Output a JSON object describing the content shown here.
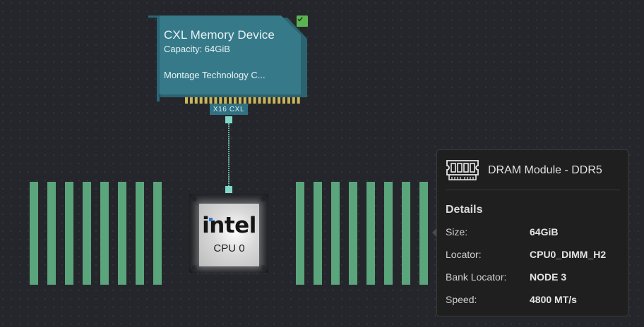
{
  "cxl_device": {
    "title": "CXL Memory Device",
    "capacity": "Capacity: 64GiB",
    "vendor": "Montage Technology C...",
    "interface_label": "X16 CXL",
    "status_icon": "check-icon",
    "status": "ok",
    "colors": {
      "card": "#357787",
      "card_shadow": "#2c6371",
      "pins": "#c9b65a",
      "status": "#5bb451"
    }
  },
  "link": {
    "color": "#7fd8c8"
  },
  "cpu": {
    "brand": "intel",
    "name": "CPU 0"
  },
  "dimm_slots": {
    "left_count": 8,
    "right_count": 8,
    "color": "#5aa57b"
  },
  "tooltip": {
    "icon": "ram-module-icon",
    "title": "DRAM Module - DDR5",
    "section": "Details",
    "rows": [
      {
        "key": "Size:",
        "value": "64GiB"
      },
      {
        "key": "Locator:",
        "value": "CPU0_DIMM_H2"
      },
      {
        "key": "Bank Locator:",
        "value": "NODE 3"
      },
      {
        "key": "Speed:",
        "value": "4800 MT/s"
      }
    ]
  }
}
